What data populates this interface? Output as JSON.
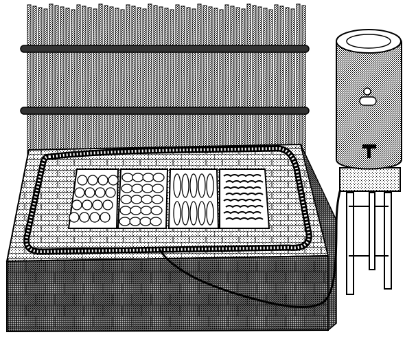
{
  "illustration": {
    "subject": "",
    "components": {
      "fence": "bamboo-stake-fence",
      "bed": "brick-drying-bed",
      "trays": [
        "round-items-tray",
        "oval-items-tray",
        "long-items-tray",
        "wavy-strips-tray"
      ],
      "tank": "water-tank",
      "hose": "water-hose"
    }
  }
}
